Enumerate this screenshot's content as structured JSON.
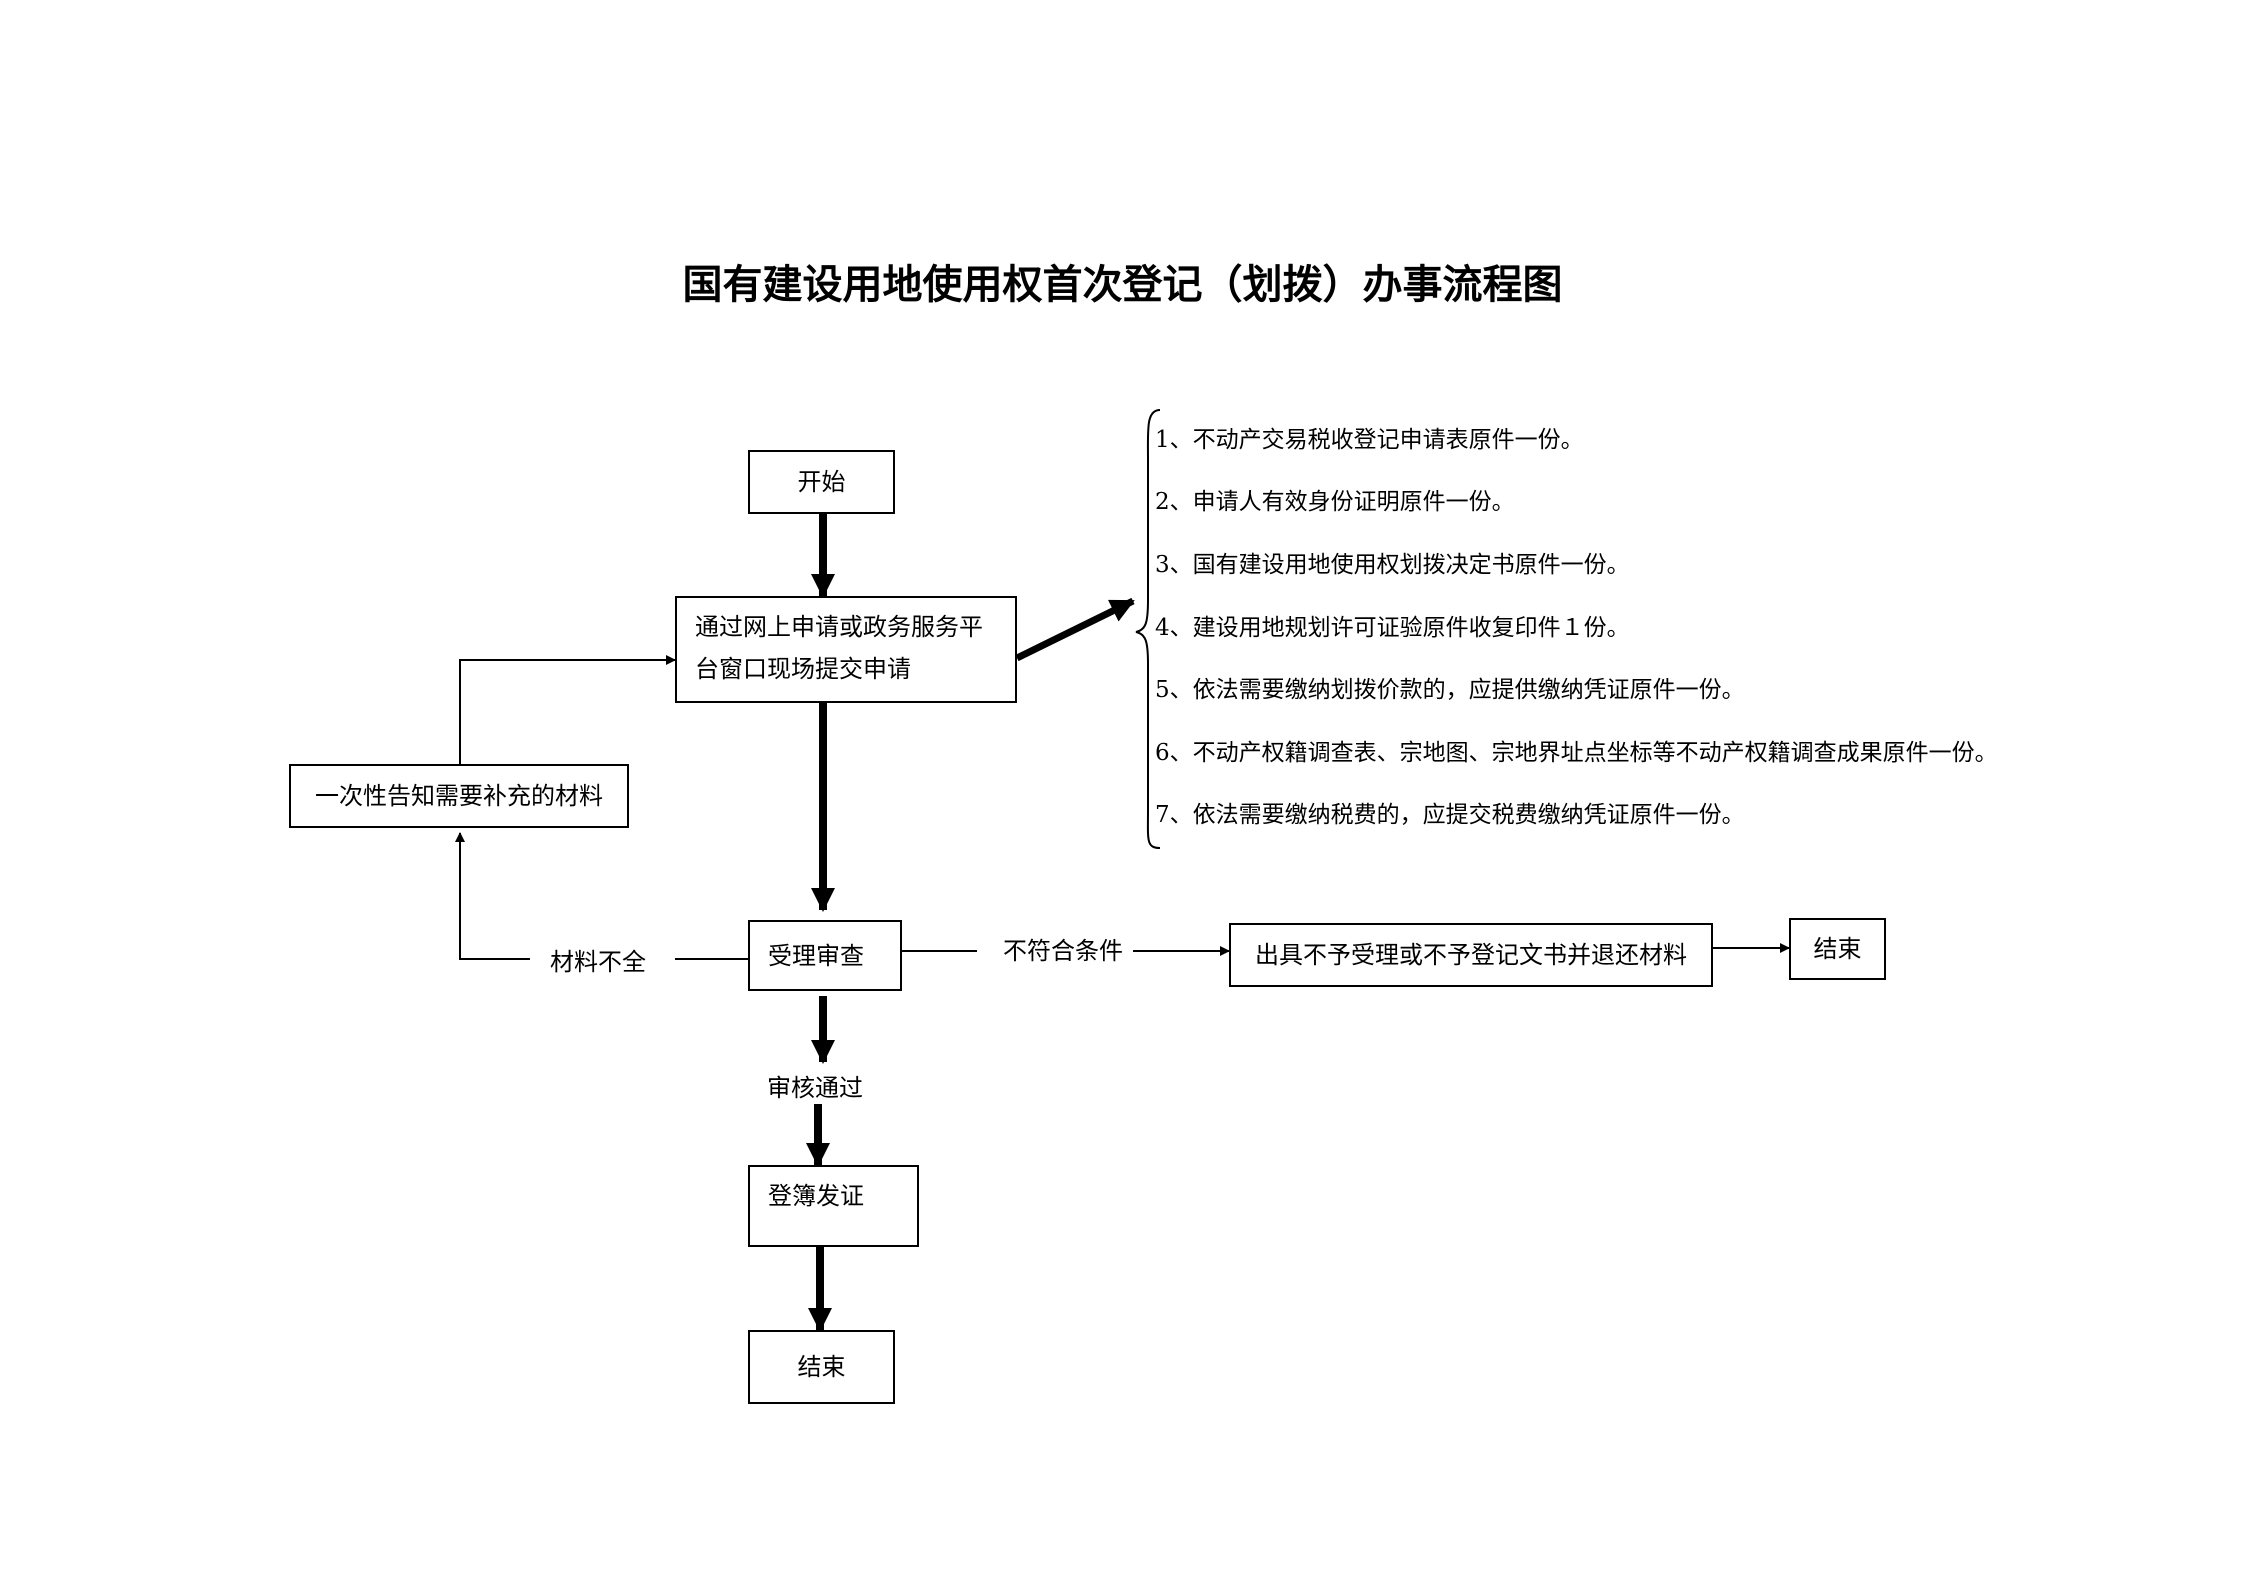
{
  "title": "国有建设用地使用权首次登记（划拨）办事流程图",
  "nodes": {
    "start": "开始",
    "submit": "通过网上申请或政务服务平台窗口现场提交申请",
    "supplement": "一次性告知需要补充的材料",
    "review": "受理审查",
    "reject": "出具不予受理或不予登记文书并退还材料",
    "end_reject": "结束",
    "register": "登簿发证",
    "end": "结束"
  },
  "edge_labels": {
    "incomplete": "材料不全",
    "not_qualified": "不符合条件",
    "approved": "审核通过"
  },
  "requirements": [
    "1、不动产交易税收登记申请表原件一份。",
    "2、申请人有效身份证明原件一份。",
    "3、国有建设用地使用权划拨决定书原件一份。",
    "4、建设用地规划许可证验原件收复印件１份。",
    "5、依法需要缴纳划拨价款的，应提供缴纳凭证原件一份。",
    "6、不动产权籍调查表、宗地图、宗地界址点坐标等不动产权籍调查成果原件一份。",
    "7、依法需要缴纳税费的，应提交税费缴纳凭证原件一份。"
  ]
}
